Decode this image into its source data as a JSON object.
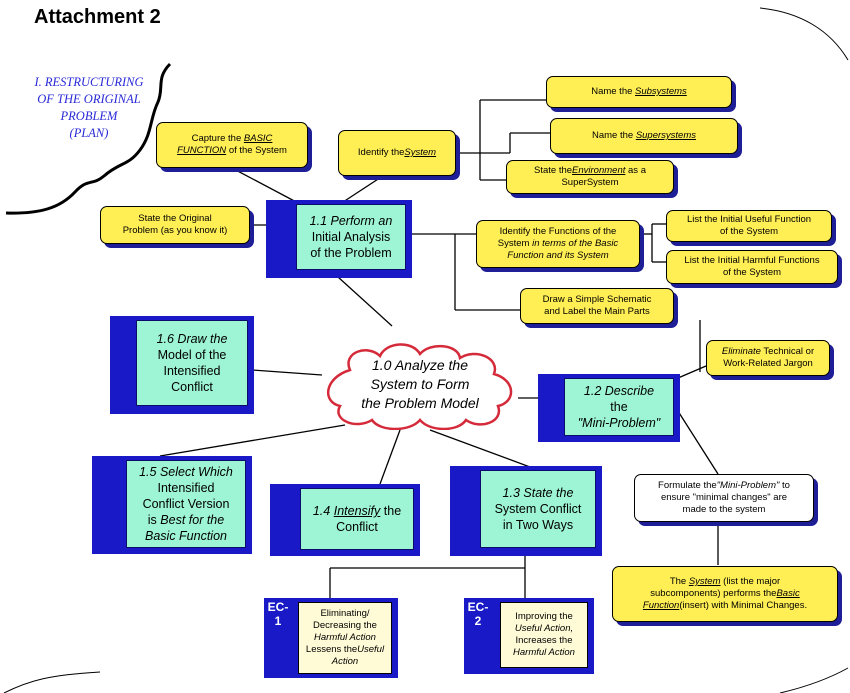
{
  "header": {
    "title": "Attachment 2"
  },
  "plan": {
    "line1": "I. RESTRUCTURING",
    "line2": "OF THE ORIGINAL",
    "line3": "PROBLEM",
    "line4": "(PLAN)"
  },
  "center": {
    "line1": "1.0 Analyze the",
    "line2": "System to Form",
    "line3": "the Problem Model"
  },
  "steps": {
    "s11": {
      "line1": "1.1 Perform an",
      "line2": "Initial Analysis",
      "line3": "of the Problem"
    },
    "s12": {
      "line1": "1.2 Describe",
      "line2": "the",
      "line3": "\"Mini-Problem\""
    },
    "s13": {
      "line1": "1.3 State the",
      "line2": "System Conflict",
      "line3": "in Two Ways"
    },
    "s14": {
      "num": "1.4",
      "emph": "Intensify",
      "rest": "the",
      "line2": "Conflict"
    },
    "s15": {
      "line1": "1.5 Select Which",
      "line2": "Intensified",
      "line3": "Conflict Version",
      "line4a": "is",
      "line4b": "Best for the",
      "line5": "Basic Function"
    },
    "s16": {
      "line1": "1.6 Draw the",
      "line2": "Model of the",
      "line3": "Intensified",
      "line4": "Conflict"
    }
  },
  "boxes": {
    "capture": {
      "a": "Capture the",
      "b": "BASIC",
      "c": "FUNCTION",
      "d": "of the System"
    },
    "identify": {
      "a": "Identify the",
      "b": "System"
    },
    "subsystems": {
      "a": "Name the",
      "b": "Subsystems"
    },
    "supersystems": {
      "a": "Name the",
      "b": "Supersystems"
    },
    "environment": {
      "a": "State the",
      "b": "Environment",
      "c": "as a",
      "d": "SuperSystem"
    },
    "original": {
      "line1": "State the Original",
      "line2": "Problem (as you know it)"
    },
    "functions": {
      "line1": "Identify the Functions of the",
      "line2a": "System",
      "line2b": "in terms of the Basic",
      "line3": "Function and its System"
    },
    "useful": {
      "line1": "List the Initial Useful Function",
      "line2": "of the System"
    },
    "harmful": {
      "line1": "List the Initial Harmful Functions",
      "line2": "of the System"
    },
    "schematic": {
      "line1": "Draw a Simple Schematic",
      "line2": "and Label the Main Parts"
    },
    "jargon": {
      "a": "Eliminate",
      "b": "Technical or",
      "line2": "Work-Related Jargon"
    },
    "formulate": {
      "a": "Formulate the",
      "b": "\"Mini-Problem\"",
      "c": "to",
      "line2": "ensure \"minimal changes\" are",
      "line3": "made to the system"
    },
    "systemfn": {
      "a": "The",
      "b": "System",
      "c": "(list the major",
      "line2a": "subcomponents) performs the",
      "line2b": "Basic",
      "line3a": "Function",
      "line3b": "(insert) with Minimal Changes."
    }
  },
  "ec": {
    "ec1": {
      "label1": "EC-",
      "label2": "1",
      "line1": "Eliminating/",
      "line2": "Decreasing the",
      "line3": "Harmful Action",
      "line4a": "Lessens the",
      "line4b": "Useful",
      "line5": "Action"
    },
    "ec2": {
      "label1": "EC-",
      "label2": "2",
      "line1": "Improving the",
      "line2": "Useful Action,",
      "line3": "Increases the",
      "line4": "Harmful Action"
    }
  },
  "colors": {
    "yellow": "#ffef55",
    "blue": "#1919c8",
    "teal": "#9ef5d6",
    "cloud_red": "#d42a3a",
    "plan_text": "#2a2ad8"
  }
}
